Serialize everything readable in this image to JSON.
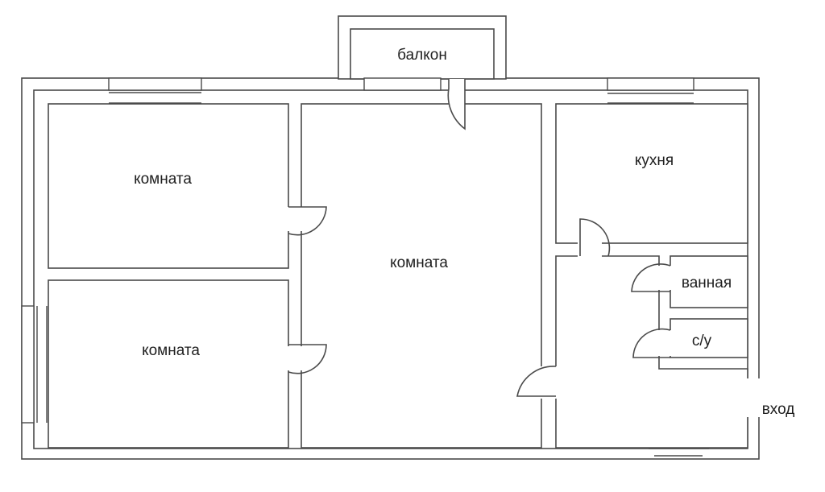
{
  "plan": {
    "rooms": {
      "balcony": "балкон",
      "room_top_left": "комната",
      "room_bottom_left": "комната",
      "room_center": "комната",
      "kitchen": "кухня",
      "bathroom": "ванная",
      "toilet": "с/у"
    },
    "entrance": "вход",
    "colors": {
      "line": "#4a4a4a",
      "text": "#1e1e1e",
      "background": "#ffffff"
    }
  }
}
